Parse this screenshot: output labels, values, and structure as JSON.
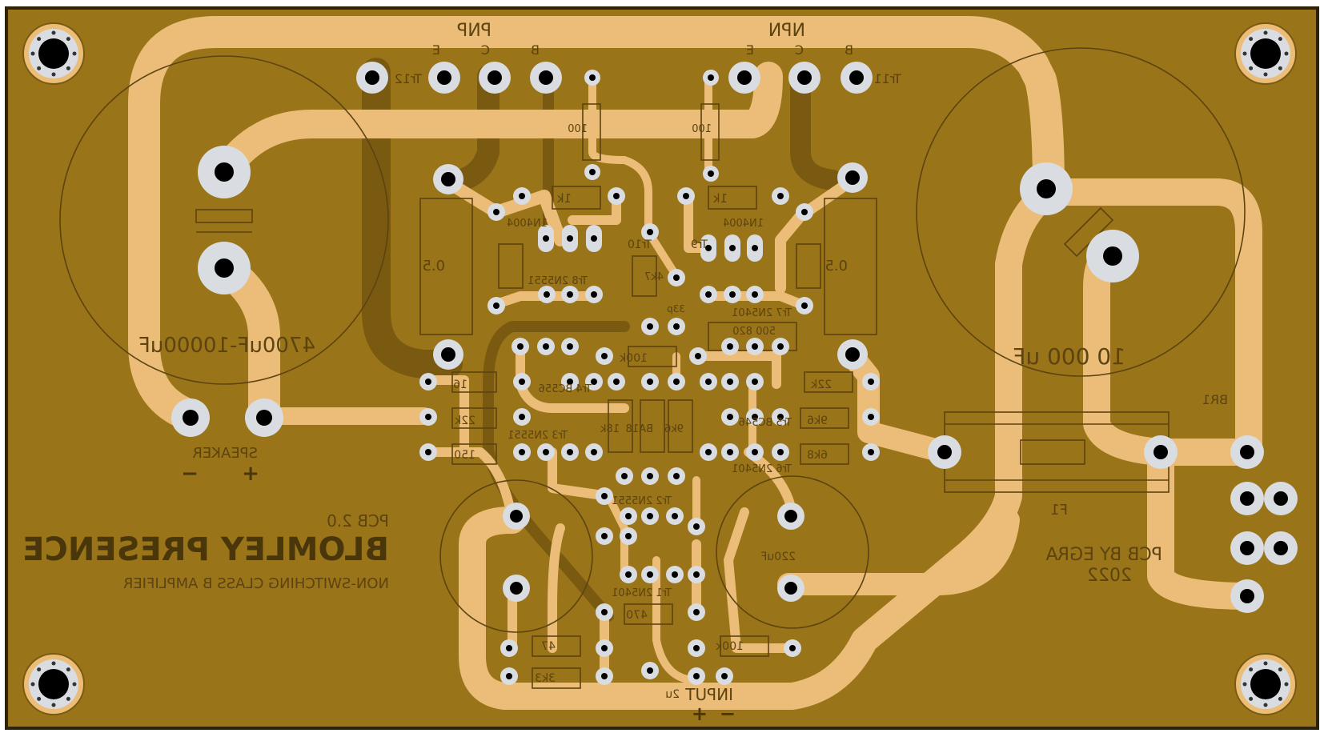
{
  "colors": {
    "substrate": "#9a7418",
    "substrate_edge": "#3a2c08",
    "copper": "#ebbd78",
    "copper_dark": "#7a5a10",
    "pad_ring": "#d9dce0",
    "hole": "#000000",
    "silk": "#5c4310"
  },
  "labels": {
    "pnp": "PNP",
    "npn": "NPN",
    "tr12": "Tr12",
    "tr11": "Tr11",
    "tr10": "Tr10",
    "tr9": "Tr9",
    "tr8": "Tr8 2N5551",
    "tr7": "Tr7 2N5401",
    "tr6": "Tr6 2N5401",
    "tr5": "Tr5 BC546",
    "tr4": "Tr4 BC556",
    "tr3": "Tr3 2N5551",
    "tr2": "Tr2 2N5551",
    "tr1": "Tr1 2N5401",
    "cap_left": "4700uF-10000uF",
    "cap_right": "10 000 uF",
    "speaker": "SPEAKER",
    "minus": "−",
    "plus": "+",
    "pcb_version": "PCB 2.0",
    "title": "BLOMLEY PRESENCE",
    "subtitle": "NON-SWITCHING CLASS B AMPLIFIER",
    "author": "PCB BY EGRA",
    "year": "2022",
    "input": "INPUT",
    "br1": "BR1",
    "f1": "F1",
    "cap_220": "220uF",
    "r_1k_a": "1k",
    "r_1k_b": "1k",
    "r_0_5_a": "0.5",
    "r_0_5_b": "0.5",
    "r_100_a": "100",
    "r_100_b": "100",
    "d_1n4004_left": "1N4004",
    "d_1n4004_right": "1N4004",
    "r_4k7": "4k7",
    "c_33p": "33p",
    "trim_500": "500 820",
    "r_100k": "100k",
    "r_22k_right": "22k",
    "r_22k_left": "22k",
    "r_16": "16",
    "r_150": "150",
    "r_9k6": "9k6",
    "r_6k8": "6k8",
    "r_18k": "18k",
    "d_ba18": "BA18",
    "r_9k6_b": "9k6",
    "r_47": "47",
    "r_3k3": "3k3",
    "r_470": "470",
    "r_100k_b": "100k",
    "c_2u": "2u",
    "pin_e": "E",
    "pin_c": "C",
    "pin_b": "B"
  }
}
